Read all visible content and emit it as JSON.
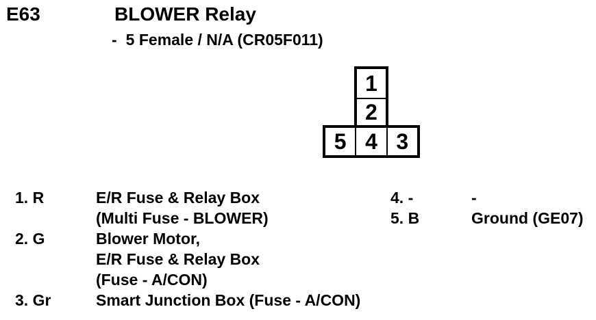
{
  "page": {
    "background_color": "#ffffff",
    "text_color": "#000000",
    "border_color": "#000000"
  },
  "header": {
    "connector_id": "E63",
    "title": "BLOWER Relay",
    "spec_bullet": "-",
    "spec_text": "5 Female / N/A (CR05F011)"
  },
  "connector_diagram": {
    "shape": "T-shape, 5 cavities",
    "column_pins": [
      "1",
      "2"
    ],
    "bottom_row_pins": [
      "5",
      "4",
      "3"
    ]
  },
  "pin_list": {
    "left_column": [
      {
        "label": "1. R",
        "lines": [
          "E/R Fuse & Relay Box",
          "(Multi Fuse - BLOWER)"
        ]
      },
      {
        "label": "2. G",
        "lines": [
          "Blower Motor,",
          "E/R Fuse & Relay Box",
          "(Fuse - A/CON)"
        ]
      },
      {
        "label": "3. Gr",
        "lines": [
          "Smart Junction Box (Fuse - A/CON)"
        ]
      }
    ],
    "right_column": [
      {
        "label": "4. -",
        "lines": [
          "-"
        ]
      },
      {
        "label": "5. B",
        "lines": [
          "Ground (GE07)"
        ]
      }
    ]
  }
}
